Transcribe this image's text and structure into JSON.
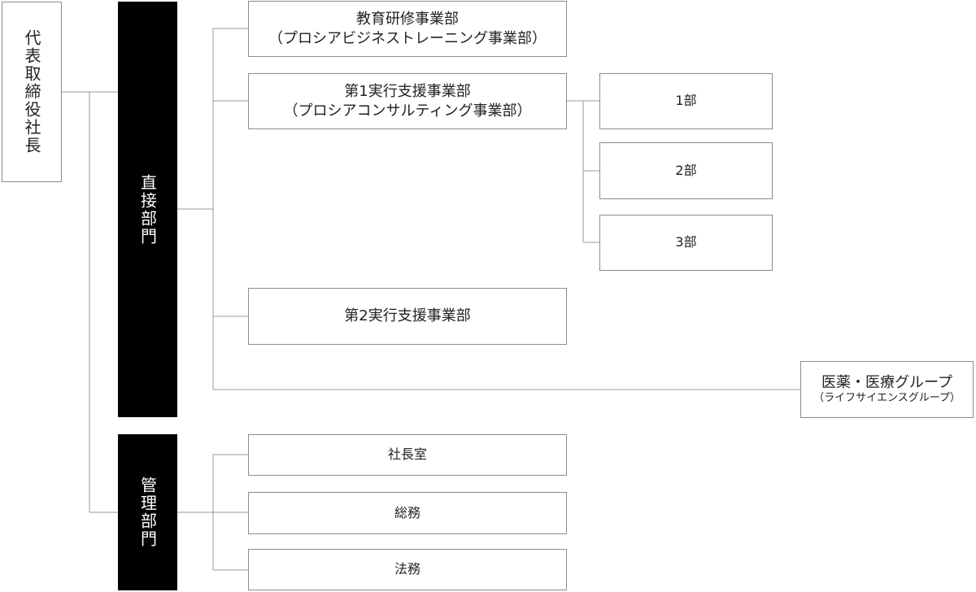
{
  "chart": {
    "ceo": "代表取締役社長",
    "direct_dept": "直接部門",
    "admin_dept": "管理部門",
    "education": {
      "name": "教育研修事業部",
      "sub": "（プロシアビジネストレーニング事業部）"
    },
    "first_exec": {
      "name": "第1実行支援事業部",
      "sub": "（プロシアコンサルティング事業部）"
    },
    "first_sub_1": "1部",
    "first_sub_2": "2部",
    "first_sub_3": "3部",
    "second_exec": "第2実行支援事業部",
    "medical": {
      "name": "医薬・医療グループ",
      "sub": "（ライフサイエンスグループ）"
    },
    "president_office": "社長室",
    "general_affairs": "総務",
    "legal": "法務"
  },
  "colors": {
    "line": "#9a9a9a",
    "box_border": "#8c8c8c",
    "dept_fill": "#000000",
    "dept_text": "#ffffff",
    "text": "#222222"
  }
}
